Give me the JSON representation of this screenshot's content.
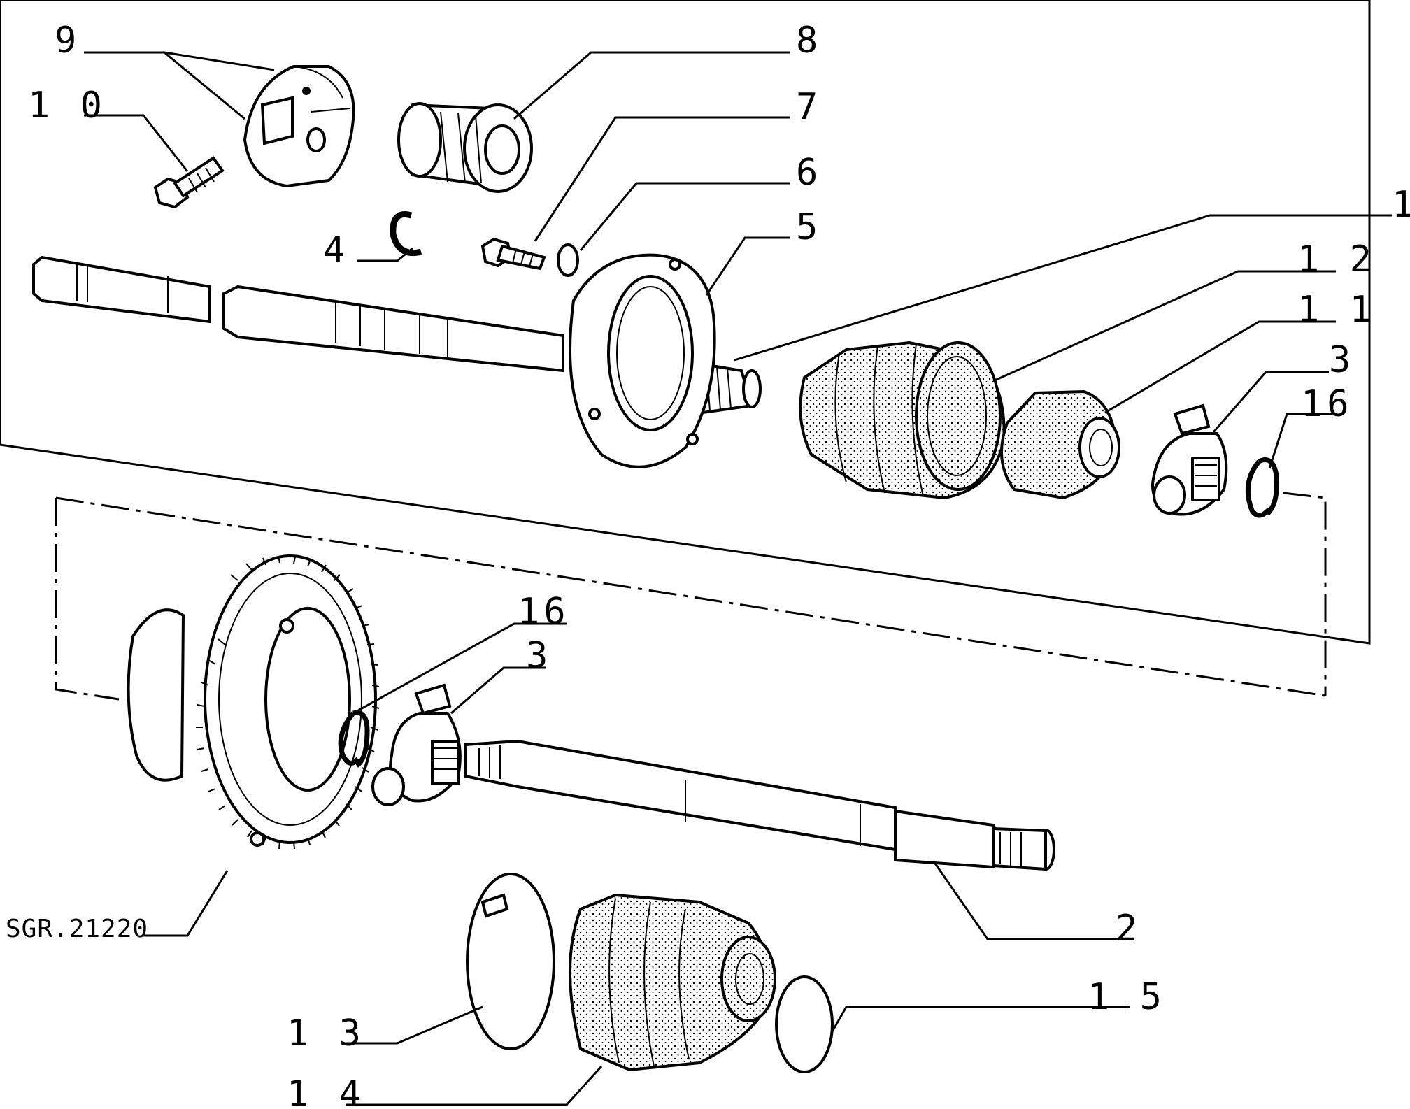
{
  "figure_code": "SGR.21220",
  "callouts": [
    {
      "id": "9",
      "text": "9"
    },
    {
      "id": "8",
      "text": "8"
    },
    {
      "id": "10",
      "text": "1 0"
    },
    {
      "id": "7",
      "text": "7"
    },
    {
      "id": "6",
      "text": "6"
    },
    {
      "id": "4",
      "text": "4"
    },
    {
      "id": "5",
      "text": "5"
    },
    {
      "id": "1",
      "text": "1"
    },
    {
      "id": "12",
      "text": "1 2"
    },
    {
      "id": "11",
      "text": "1 1"
    },
    {
      "id": "3a",
      "text": "3"
    },
    {
      "id": "16a",
      "text": "16"
    },
    {
      "id": "16b",
      "text": "16"
    },
    {
      "id": "3b",
      "text": "3"
    },
    {
      "id": "2",
      "text": "2"
    },
    {
      "id": "15",
      "text": "1 5"
    },
    {
      "id": "13",
      "text": "1 3"
    },
    {
      "id": "14",
      "text": "1 4"
    }
  ]
}
